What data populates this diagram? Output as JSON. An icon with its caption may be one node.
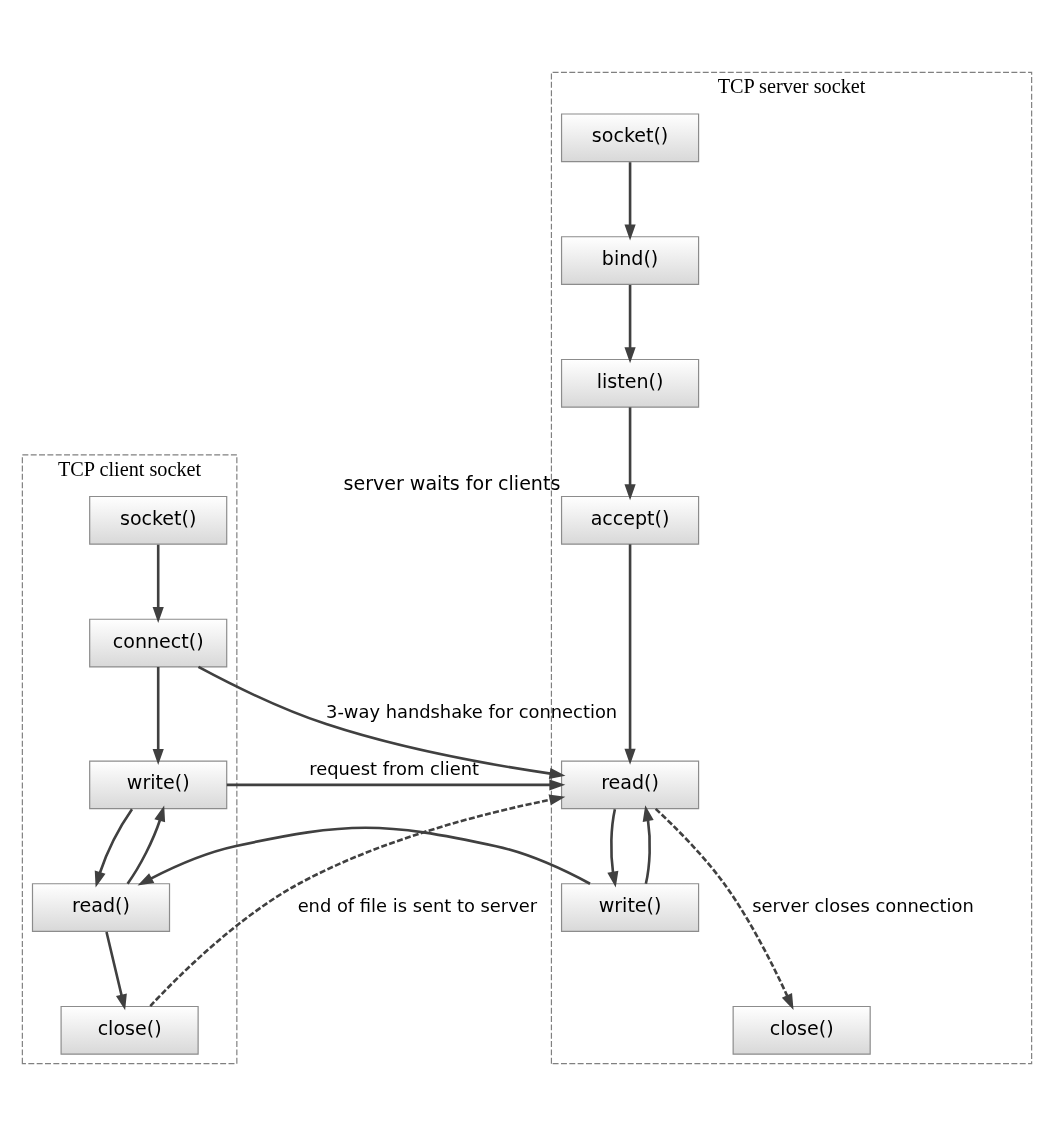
{
  "diagram": {
    "nodes": [
      {
        "text": [
          "TCP server socket"
        ]
      },
      {
        "text": [
          "socket()"
        ],
        "in": 0
      },
      {
        "text": [
          "bind()"
        ],
        "in": 0
      },
      {
        "text": [
          "listen()"
        ],
        "in": 0
      },
      {
        "text": [
          "accept()"
        ],
        "in": 0,
        "beside": [
          "server waits for clients"
        ]
      },
      {
        "text": [
          "read()"
        ],
        "in": 0
      },
      {
        "text": [
          "write()"
        ],
        "in": 0
      },
      {
        "text": [
          "close()"
        ],
        "in": 0
      },
      {
        "text": [
          "TCP client socket"
        ]
      },
      {
        "text": [
          "socket()"
        ],
        "in": 8
      },
      {
        "text": [
          "connect()"
        ],
        "in": 8
      },
      {
        "text": [
          "write()"
        ],
        "in": 8
      },
      {
        "text": [
          "read()"
        ],
        "in": 8
      },
      {
        "text": [
          "close()"
        ],
        "in": 8
      }
    ],
    "edges": [
      {
        "from": 1,
        "to": 2,
        "arrow": "to"
      },
      {
        "from": 2,
        "to": 3,
        "arrow": "to"
      },
      {
        "from": 3,
        "to": 4,
        "arrow": "to"
      },
      {
        "from": 4,
        "to": 5,
        "arrow": "to"
      },
      {
        "from": 9,
        "to": 10,
        "arrow": "to"
      },
      {
        "from": 10,
        "to": 5,
        "arrow": "to",
        "label": "3-way handshake for connection"
      },
      {
        "from": 10,
        "to": 11,
        "arrow": "to"
      },
      {
        "from": 11,
        "to": 5,
        "arrow": "to",
        "label": "request from client"
      },
      {
        "from": 11,
        "to": 12,
        "arrow": "to"
      },
      {
        "from": 12,
        "to": 11,
        "arrow": "to"
      },
      {
        "from": 5,
        "to": 6,
        "arrow": "to"
      },
      {
        "from": 6,
        "to": 5,
        "arrow": "to"
      },
      {
        "from": 6,
        "to": 12,
        "arrow": "to"
      },
      {
        "from": 12,
        "to": 13,
        "arrow": "to"
      },
      {
        "from": 13,
        "to": 5,
        "arrow": "to",
        "style": "dashed",
        "label": "end of file is sent to server"
      },
      {
        "from": 5,
        "to": 7,
        "arrow": "to",
        "style": "dashed",
        "label": "server closes connection"
      }
    ]
  }
}
